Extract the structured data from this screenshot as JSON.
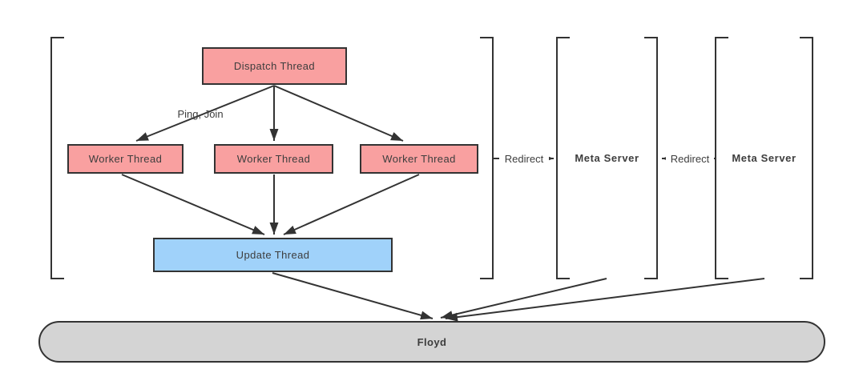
{
  "diagram": {
    "nodes": {
      "dispatch_thread": {
        "label": "Dispatch Thread"
      },
      "worker_thread_1": {
        "label": "Worker Thread"
      },
      "worker_thread_2": {
        "label": "Worker Thread"
      },
      "worker_thread_3": {
        "label": "Worker Thread"
      },
      "update_thread": {
        "label": "Update Thread"
      },
      "meta_server_1": {
        "label": "Meta Server"
      },
      "meta_server_2": {
        "label": "Meta Server"
      },
      "floyd": {
        "label": "Floyd"
      }
    },
    "edge_labels": {
      "ping_join": "Ping, Join",
      "redirect_1": "Redirect",
      "redirect_2": "Redirect"
    },
    "colors": {
      "thread_fill": "#f9a0a0",
      "update_fill": "#a0d2fa",
      "floyd_fill": "#d4d4d4",
      "stroke": "#333333",
      "text": "#3d3d3d"
    }
  }
}
